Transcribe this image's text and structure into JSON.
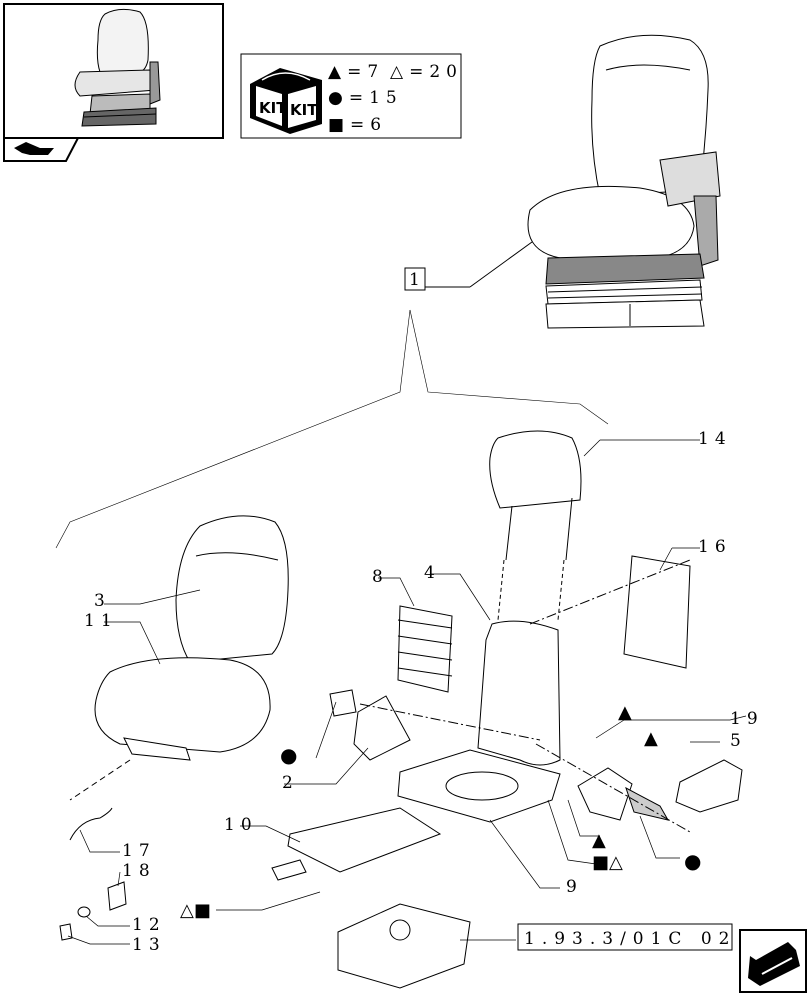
{
  "legend": {
    "triangle_filled": "▲=7",
    "triangle_outline": "△=20",
    "circle_filled": "●=15",
    "square_filled": "■=6",
    "kit_label_left": "KIT",
    "kit_label_right": "KIT"
  },
  "assembly_callout": "1",
  "reference_code": "1.93.3/01C 02",
  "part_labels": {
    "p2": "2",
    "p3": "3",
    "p4": "4",
    "p5": "5",
    "p8": "8",
    "p9": "9",
    "p10": "10",
    "p11": "11",
    "p12": "12",
    "p13": "13",
    "p14": "14",
    "p16": "16",
    "p17": "17",
    "p18": "18",
    "p19": "19"
  },
  "kit_symbols": {
    "near_p2": "●",
    "near_p12": "△■",
    "near_p9": "■△",
    "near_p19_a": "▲",
    "near_p19_b": "▲",
    "near_p19_c": "▲",
    "near_buckle": "●"
  }
}
